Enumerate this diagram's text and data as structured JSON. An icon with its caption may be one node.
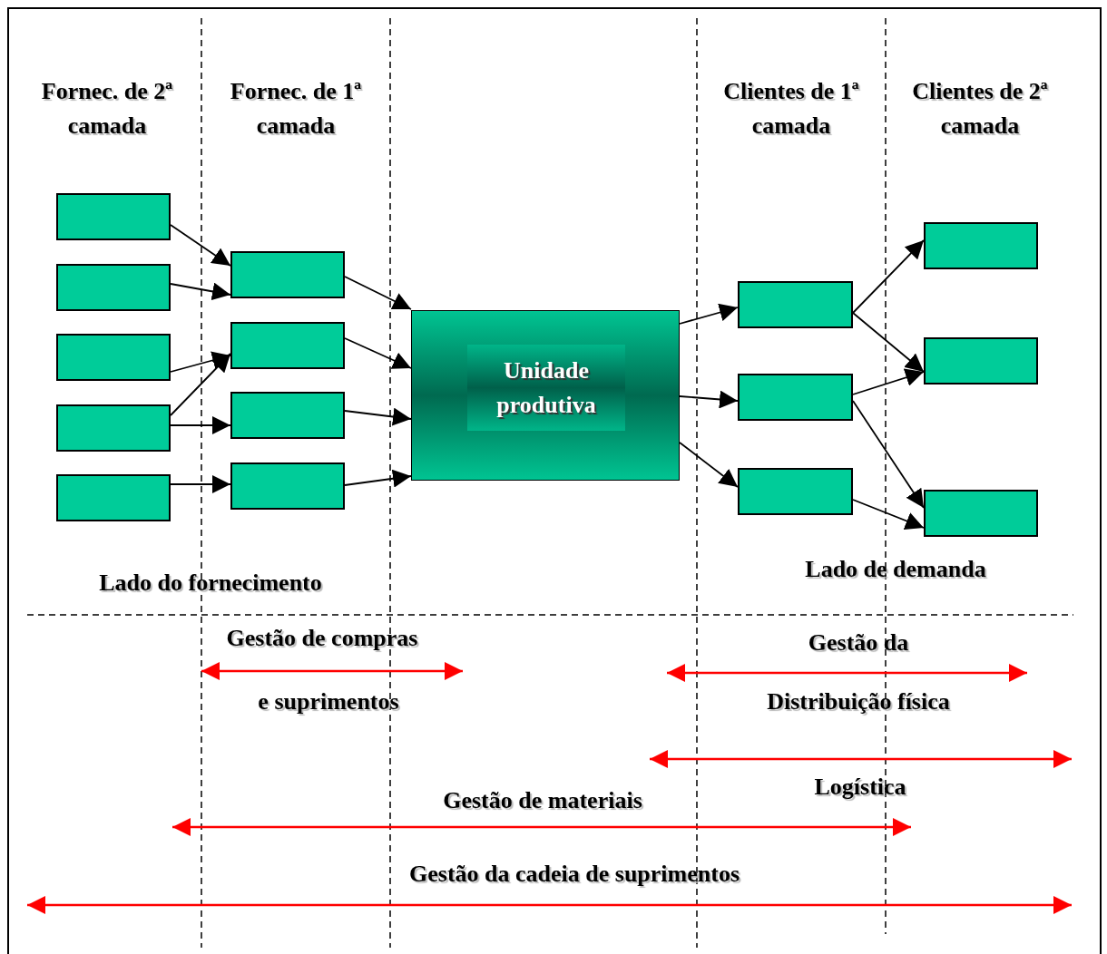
{
  "diagram": {
    "nodes": [
      {
        "text": [],
        "shape": "box"
      },
      {
        "text": [],
        "shape": "box"
      },
      {
        "text": [],
        "shape": "box"
      },
      {
        "text": [],
        "shape": "box"
      },
      {
        "text": [],
        "shape": "box"
      },
      {
        "text": [],
        "shape": "box"
      },
      {
        "text": [],
        "shape": "box"
      },
      {
        "text": [],
        "shape": "box"
      },
      {
        "text": [],
        "shape": "box"
      },
      {
        "text": [
          "Unidade produtiva"
        ]
      },
      {
        "text": [],
        "shape": "box"
      },
      {
        "text": [],
        "shape": "box"
      },
      {
        "text": [],
        "shape": "box"
      },
      {
        "text": [],
        "shape": "box"
      },
      {
        "text": [],
        "shape": "box"
      },
      {
        "text": [],
        "shape": "box"
      }
    ],
    "edges": [
      {
        "from": 0,
        "to": 5,
        "arrow": "to"
      },
      {
        "from": 1,
        "to": 5,
        "arrow": "to"
      },
      {
        "from": 2,
        "to": 6,
        "arrow": "to"
      },
      {
        "from": 3,
        "to": 6,
        "arrow": "to"
      },
      {
        "from": 3,
        "to": 7,
        "arrow": "to"
      },
      {
        "from": 4,
        "to": 8,
        "arrow": "to"
      },
      {
        "from": 5,
        "to": 9,
        "arrow": "to"
      },
      {
        "from": 6,
        "to": 9,
        "arrow": "to"
      },
      {
        "from": 7,
        "to": 9,
        "arrow": "to"
      },
      {
        "from": 8,
        "to": 9,
        "arrow": "to"
      },
      {
        "from": 9,
        "to": 10,
        "arrow": "to"
      },
      {
        "from": 9,
        "to": 11,
        "arrow": "to"
      },
      {
        "from": 9,
        "to": 12,
        "arrow": "to"
      },
      {
        "from": 10,
        "to": 13,
        "arrow": "to"
      },
      {
        "from": 10,
        "to": 14,
        "arrow": "to"
      },
      {
        "from": 11,
        "to": 14,
        "arrow": "to"
      },
      {
        "from": 11,
        "to": 15,
        "arrow": "to"
      },
      {
        "from": 12,
        "to": 15,
        "arrow": "to"
      }
    ],
    "labels": [
      "Fornec. de 2ª camada",
      "Fornec. de 1ª camada",
      "Clientes de 1ª camada",
      "Clientes de 2ª camada",
      "Lado do fornecimento",
      "Lado de demanda",
      "Gestão de compras",
      "Gestão da",
      "e suprimentos",
      "Distribuição física",
      "Logística",
      "Gestão de materiais",
      "Gestão da cadeia de suprimentos"
    ]
  }
}
